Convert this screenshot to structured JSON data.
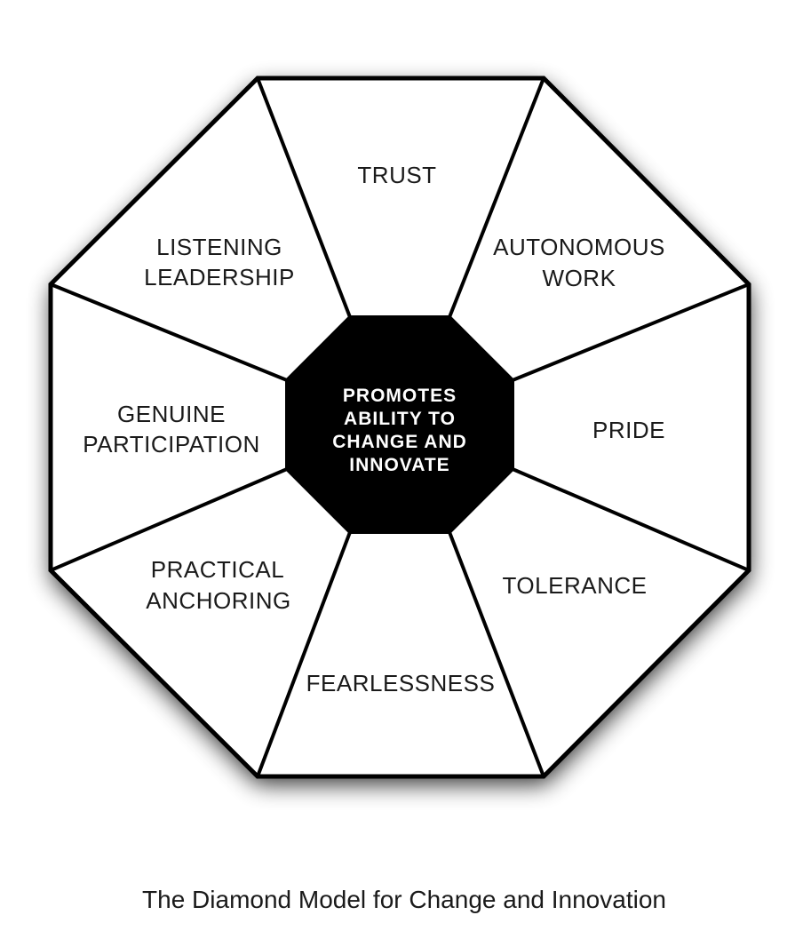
{
  "caption": "The Diamond Model for Change and Innovation",
  "diagram": {
    "center": {
      "label": "PROMOTES ABILITY TO CHANGE AND INNOVATE",
      "lines": [
        "PROMOTES",
        "ABILITY TO",
        "CHANGE AND",
        "INNOVATE"
      ]
    },
    "segments": [
      {
        "name": "trust",
        "label": "TRUST",
        "lines": [
          "TRUST"
        ]
      },
      {
        "name": "autonomous-work",
        "label": "AUTONOMOUS WORK",
        "lines": [
          "AUTONOMOUS",
          "WORK"
        ]
      },
      {
        "name": "pride",
        "label": "PRIDE",
        "lines": [
          "PRIDE"
        ]
      },
      {
        "name": "tolerance",
        "label": "TOLERANCE",
        "lines": [
          "TOLERANCE"
        ]
      },
      {
        "name": "fearlessness",
        "label": "FEARLESSNESS",
        "lines": [
          "FEARLESSNESS"
        ]
      },
      {
        "name": "practical-anchoring",
        "label": "PRACTICAL ANCHORING",
        "lines": [
          "PRACTICAL",
          "ANCHORING"
        ]
      },
      {
        "name": "genuine-participation",
        "label": "GENUINE PARTICIPATION",
        "lines": [
          "GENUINE",
          "PARTICIPATION"
        ]
      },
      {
        "name": "listening-leadership",
        "label": "LISTENING LEADERSHIP",
        "lines": [
          "LISTENING",
          "LEADERSHIP"
        ]
      }
    ],
    "colors": {
      "line": "#000000",
      "segment_fill": "#ffffff",
      "center_fill": "#000000",
      "center_text": "#ffffff",
      "label_text": "#1a1a1a",
      "caption_text": "#1a1a1a",
      "shadow": "#000000"
    }
  }
}
